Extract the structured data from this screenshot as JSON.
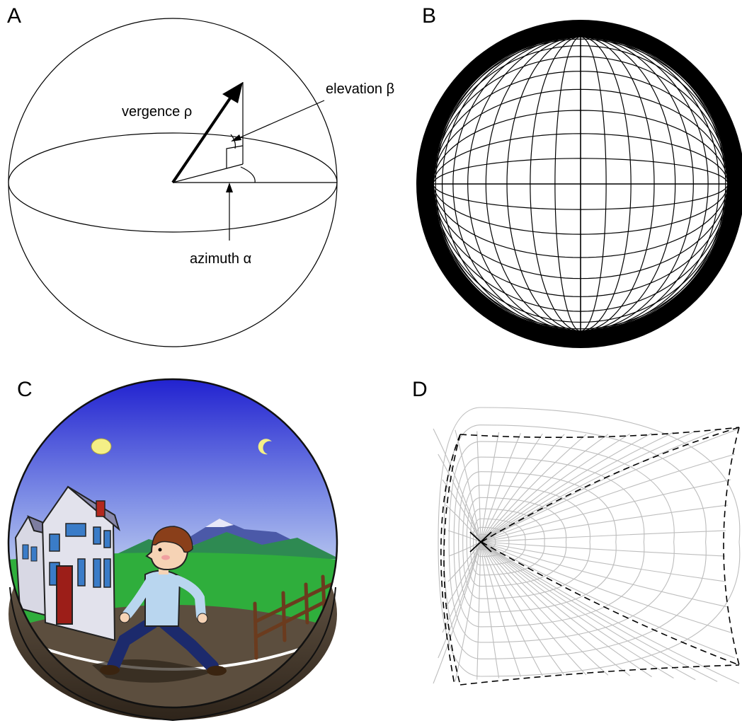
{
  "panels": {
    "a": {
      "letter": "A",
      "labels": {
        "vergence": "vergence ρ",
        "elevation": "elevation β",
        "azimuth": "azimuth α"
      }
    },
    "b": {
      "letter": "B"
    },
    "c": {
      "letter": "C"
    },
    "d": {
      "letter": "D"
    }
  },
  "colors": {
    "ink": "#000000",
    "grid_light": "#bdbdbd",
    "sky_top": "#2a2ad8",
    "sky_bottom": "#cfe0f2",
    "grass": "#2fae3c",
    "road": "#5a4a3a"
  }
}
